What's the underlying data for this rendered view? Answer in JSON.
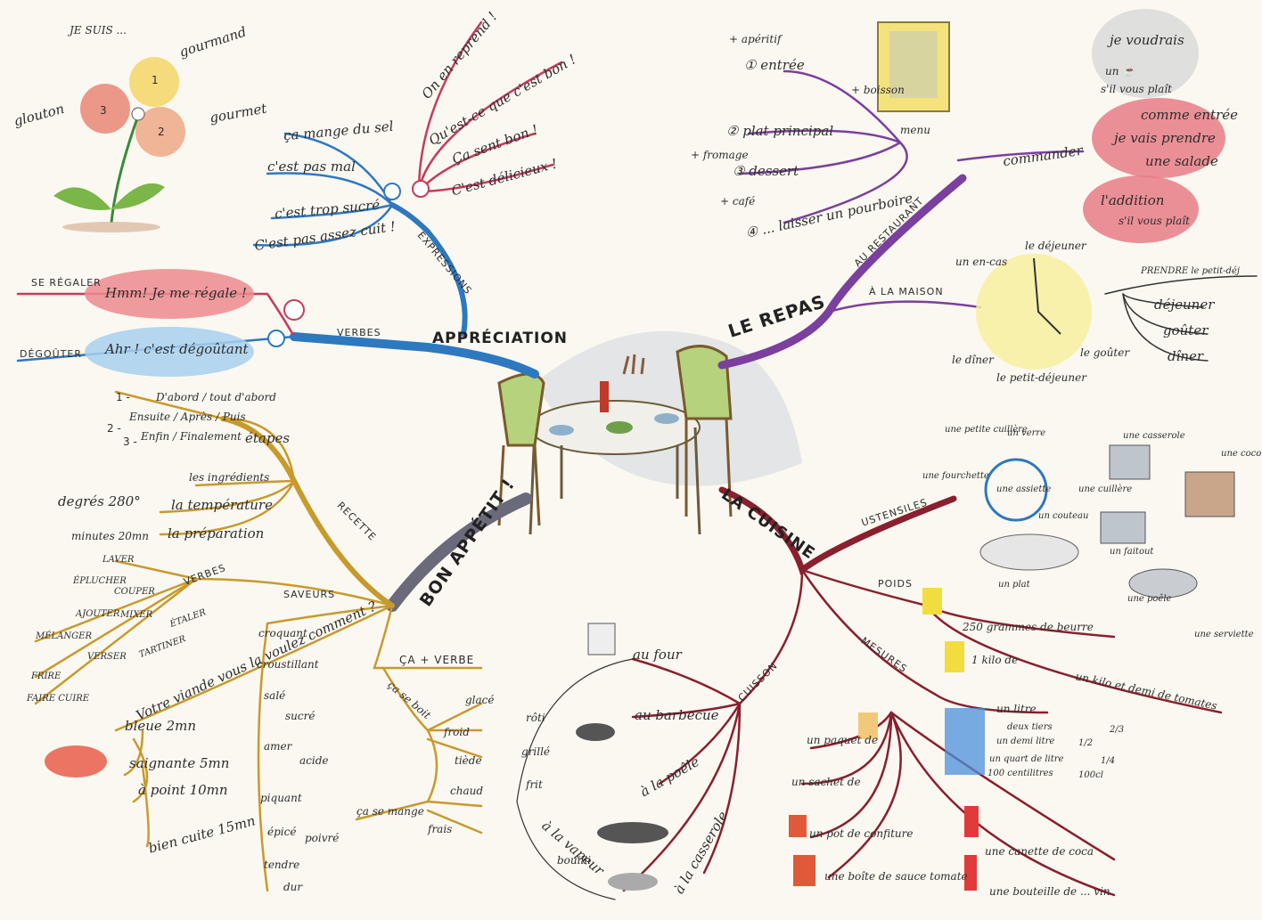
{
  "central": {
    "labels": [
      "BON APPÉTIT !",
      "APPRÉCIATION",
      "LE REPAS",
      "LA CUISINE"
    ]
  },
  "appreciation": {
    "expressions_label": "EXPRESSIONS",
    "verbes_label": "VERBES",
    "negative": [
      "ça mange du sel",
      "c'est pas mal",
      "c'est trop sucré",
      "C'est pas assez cuit !"
    ],
    "positive": [
      "On en reprend !",
      "Qu'est-ce que c'est bon !",
      "Ça sent bon !",
      "C'est délicieux !"
    ],
    "se_regaler": "SE RÉGALER",
    "se_regaler_bubble": "Hmm! Je me régale !",
    "degouter": "DÉGOÛTER",
    "degouter_bubble": "Ahr ! c'est dégoûtant"
  },
  "flower": {
    "title": "JE SUIS ...",
    "gourmand": "gourmand",
    "glouton": "glouton",
    "gourmet": "gourmet",
    "n1": "1",
    "n2": "2",
    "n3": "3"
  },
  "repas": {
    "au_restaurant": "AU RESTAURANT",
    "a_la_maison": "À LA MAISON",
    "aperitif": "+ apéritif",
    "entree": "① entrée",
    "boisson": "+ boisson",
    "plat": "② plat principal",
    "fromage": "+ fromage",
    "dessert": "③ dessert",
    "cafe": "+ café",
    "pourboire": "④ ... laisser un pourboire",
    "menu": "menu",
    "commander": "commander",
    "bubble1_line1": "je voudrais",
    "bubble1_line2": "un ☕",
    "bubble1_line3": "s'il vous plaît",
    "bubble2_line1": "comme entrée",
    "bubble2_line2": "je vais prendre",
    "bubble2_line3": "une salade",
    "bubble3_line1": "l'addition",
    "bubble3_line2": "s'il vous plaît",
    "en_cas": "un en-cas",
    "dejeuner": "le déjeuner",
    "diner": "le dîner",
    "petit_dej": "le petit-déjeuner",
    "gouter": "le goûter",
    "prendre": "PRENDRE le petit-déj",
    "prendre_items": [
      "déjeuner",
      "goûter",
      "dîner"
    ]
  },
  "cuisine": {
    "ustensiles": "USTENSILES",
    "poids": "POIDS",
    "mesures": "MESURES",
    "cuisson": "CUISSON",
    "ustensile_items": [
      "une petite cuillère",
      "un verre",
      "une fourchette",
      "une assiette",
      "un couteau",
      "une cuillère",
      "une casserole",
      "une cocotte",
      "un plat",
      "un faitout",
      "une poêle",
      "une serviette"
    ],
    "poids_items": [
      "250 grammes de beurre",
      "1 kilo de",
      "un kilo et demi de tomates"
    ],
    "litre_items": [
      "un litre",
      "deux tiers",
      "un demi litre",
      "un quart de litre",
      "100 centilitres",
      "2/3",
      "1/2",
      "1/4",
      "100cl"
    ],
    "mesure_items": [
      "un paquet de",
      "un sachet de",
      "un pot de confiture",
      "une boîte de sauce tomate",
      "une canette de coca",
      "une bouteille de ... vin"
    ],
    "cuisson_items": [
      "au four",
      "au barbecue",
      "à la poêle",
      "à la vapeur",
      "à la casserole"
    ],
    "cuisson_types": [
      "rôti",
      "grillé",
      "frit",
      "bouilli"
    ]
  },
  "recette": {
    "label": "RECETTE",
    "etapes": "étapes",
    "etape_items": [
      "D'abord / tout d'abord",
      "Ensuite / Après / Puis",
      "Enfin / Finalement"
    ],
    "etape_nums": [
      "1 -",
      "2 -",
      "3 -"
    ],
    "ingredients": "les ingrédients",
    "temperature": "la température",
    "temp_val": "degrés 280°",
    "preparation": "la préparation",
    "prep_val": "minutes 20mn",
    "verbes": "VERBES",
    "verbe_items": [
      "LAVER",
      "ÉPLUCHER",
      "COUPER",
      "AJOUTER",
      "MÉLANGER",
      "VERSER",
      "FRIRE",
      "FAIRE CUIRE",
      "MIXER",
      "ÉTALER",
      "TARTINER"
    ],
    "cuisson_q": "Votre viande vous la voulez comment ?",
    "viande_items": [
      "bleue 2mn",
      "saignante 5mn",
      "à point 10mn",
      "bien cuite 15mn"
    ]
  },
  "saveurs": {
    "label": "SAVEURS",
    "items": [
      "croquant",
      "croustillant",
      "salé",
      "sucré",
      "amer",
      "acide",
      "piquant",
      "épicé",
      "poivré",
      "tendre",
      "dur"
    ]
  },
  "ca_verbe": {
    "label": "ÇA + VERBE",
    "se_boit": "ça se boit",
    "boit_items": [
      "glacé",
      "froid",
      "tiède",
      "chaud"
    ],
    "se_mange": "ça se mange",
    "mange_items": [
      "frais"
    ]
  },
  "colors": {
    "appreciation": "#2e78c0",
    "positive": "#c43c5a",
    "repas": "#7b3f9e",
    "cuisine": "#8a1f2e",
    "recette": "#c89a2c",
    "bon": "#6a6a7a",
    "stem": "#3a8a3a"
  }
}
